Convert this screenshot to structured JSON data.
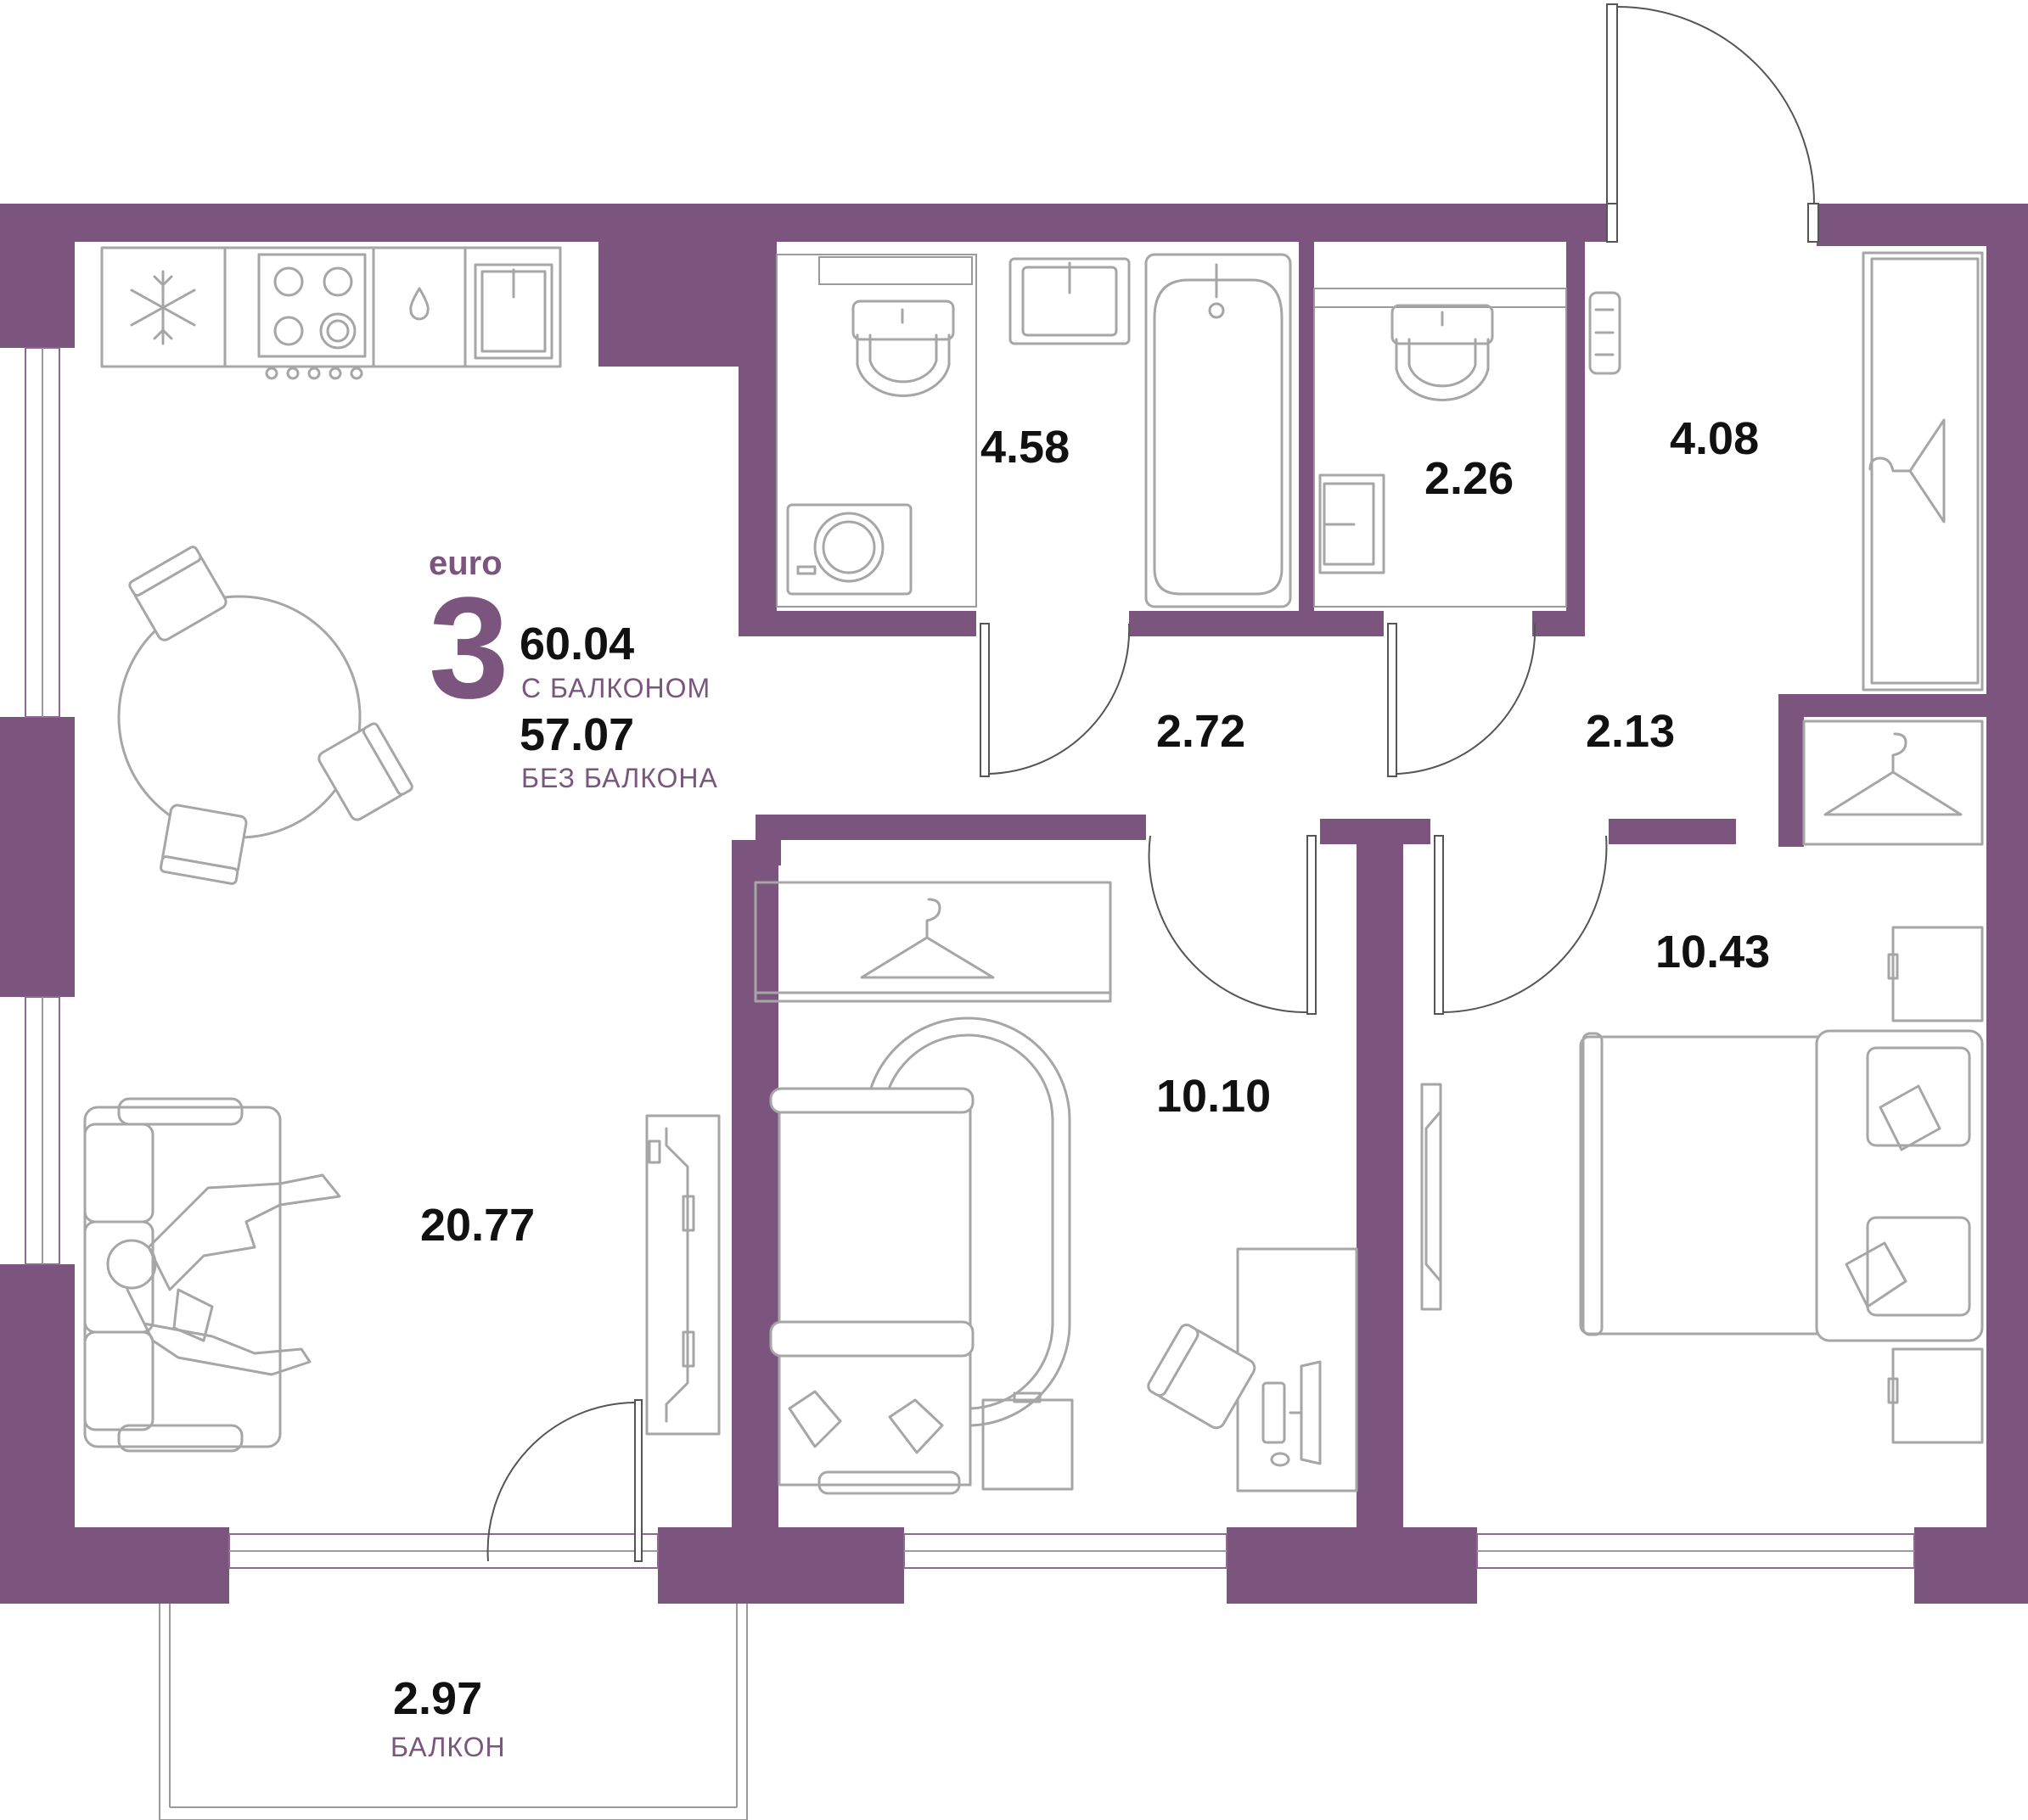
{
  "summary": {
    "type_label": "euro",
    "rooms": "3",
    "area_with_balcony": "60.04",
    "with_balcony_label": "С БАЛКОНОМ",
    "area_without_balcony": "57.07",
    "without_balcony_label": "БЕЗ БАЛКОНА"
  },
  "rooms": {
    "living_kitchen": "20.77",
    "bathroom": "4.58",
    "toilet": "2.26",
    "hall": "4.08",
    "corridor_1": "2.72",
    "corridor_2": "2.13",
    "bedroom_1": "10.10",
    "bedroom_2": "10.43",
    "balcony": "2.97",
    "balcony_label": "БАЛКОН"
  },
  "colors": {
    "wall": "#7b557e",
    "furniture": "#a6a6a6",
    "text": "#111111"
  },
  "icons": [
    "snowflake-icon",
    "hanger-icon",
    "water-drop-icon"
  ]
}
